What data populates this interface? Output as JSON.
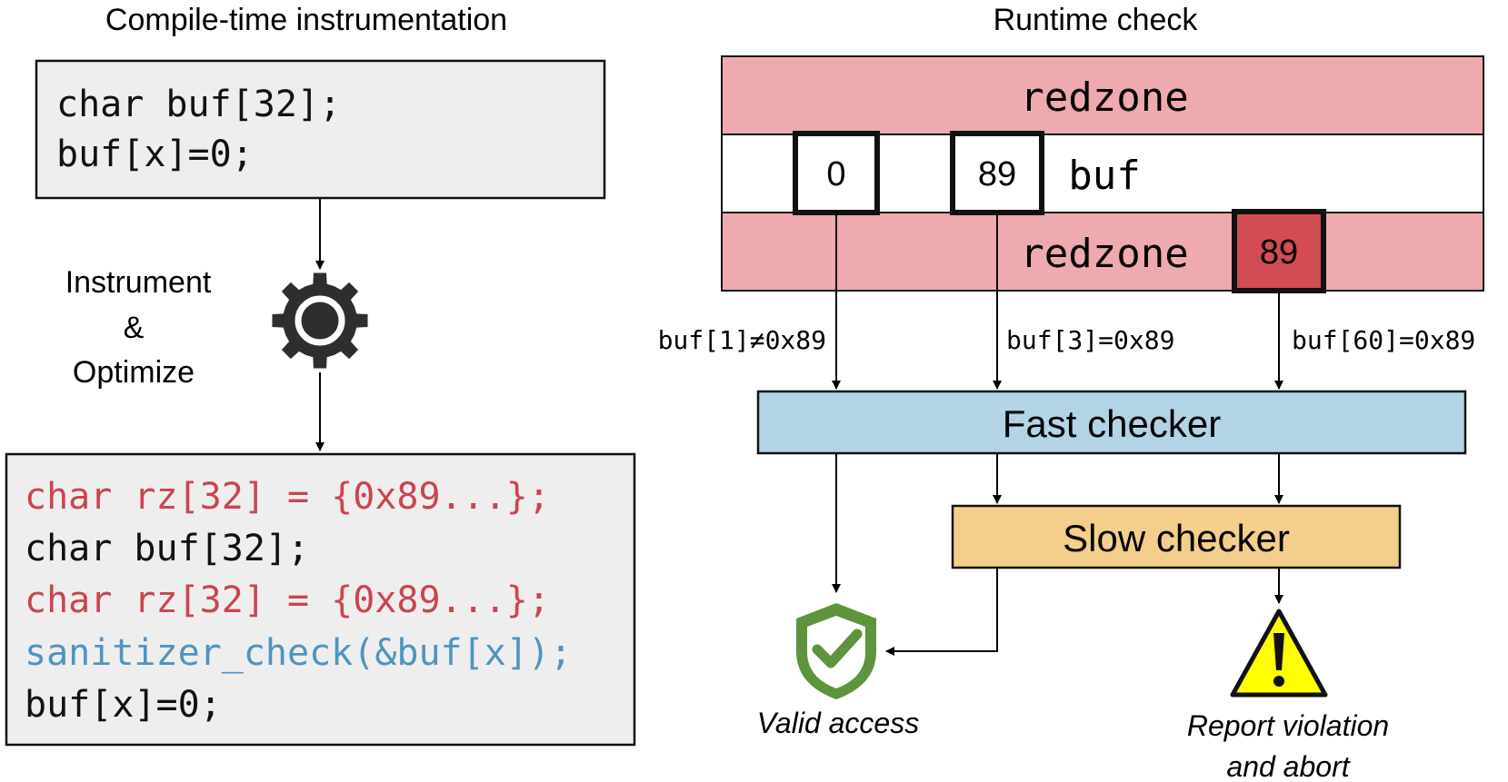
{
  "left_panel": {
    "title": "Compile-time instrumentation",
    "source_code": [
      "char buf[32];",
      "buf[x]=0;"
    ],
    "step_label": [
      "Instrument",
      "&",
      "Optimize"
    ],
    "step_icon": "gear-icon",
    "instrumented_code": [
      {
        "text": "char rz[32] = {0x89...};",
        "kind": "redzone"
      },
      {
        "text": "char buf[32];",
        "kind": "plain"
      },
      {
        "text": "char rz[32] = {0x89...};",
        "kind": "redzone"
      },
      {
        "text": "sanitizer_check(&buf[x]);",
        "kind": "check"
      },
      {
        "text": "buf[x]=0;",
        "kind": "plain"
      }
    ]
  },
  "right_panel": {
    "title": "Runtime check",
    "memory": {
      "top_redzone_label": "redzone",
      "buf_label": "buf",
      "bottom_redzone_label": "redzone",
      "cells": [
        {
          "value": "0",
          "region": "buf"
        },
        {
          "value": "89",
          "region": "buf"
        },
        {
          "value": "89",
          "region": "redzone"
        }
      ]
    },
    "access_labels": [
      "buf[1]≠0x89",
      "buf[3]=0x89",
      "buf[60]=0x89"
    ],
    "fast_checker_label": "Fast checker",
    "slow_checker_label": "Slow checker",
    "valid_label": "Valid access",
    "valid_icon": "shield-check-icon",
    "violation_label": [
      "Report violation",
      "and abort"
    ],
    "violation_icon": "warning-icon"
  },
  "colors": {
    "redzone_fill": "#eeaaae",
    "redzone_cell": "#d24c55",
    "redzone_code": "#cc4450",
    "check_code": "#4f94c0",
    "plain_code": "#111111",
    "code_box_fill": "#eeeeee",
    "fast_checker_fill": "#b3d4e6",
    "slow_checker_fill": "#f4cf8c",
    "shield_green": "#5e943c",
    "warning_yellow": "#ffff00",
    "gear_dark": "#2e2e2e"
  }
}
